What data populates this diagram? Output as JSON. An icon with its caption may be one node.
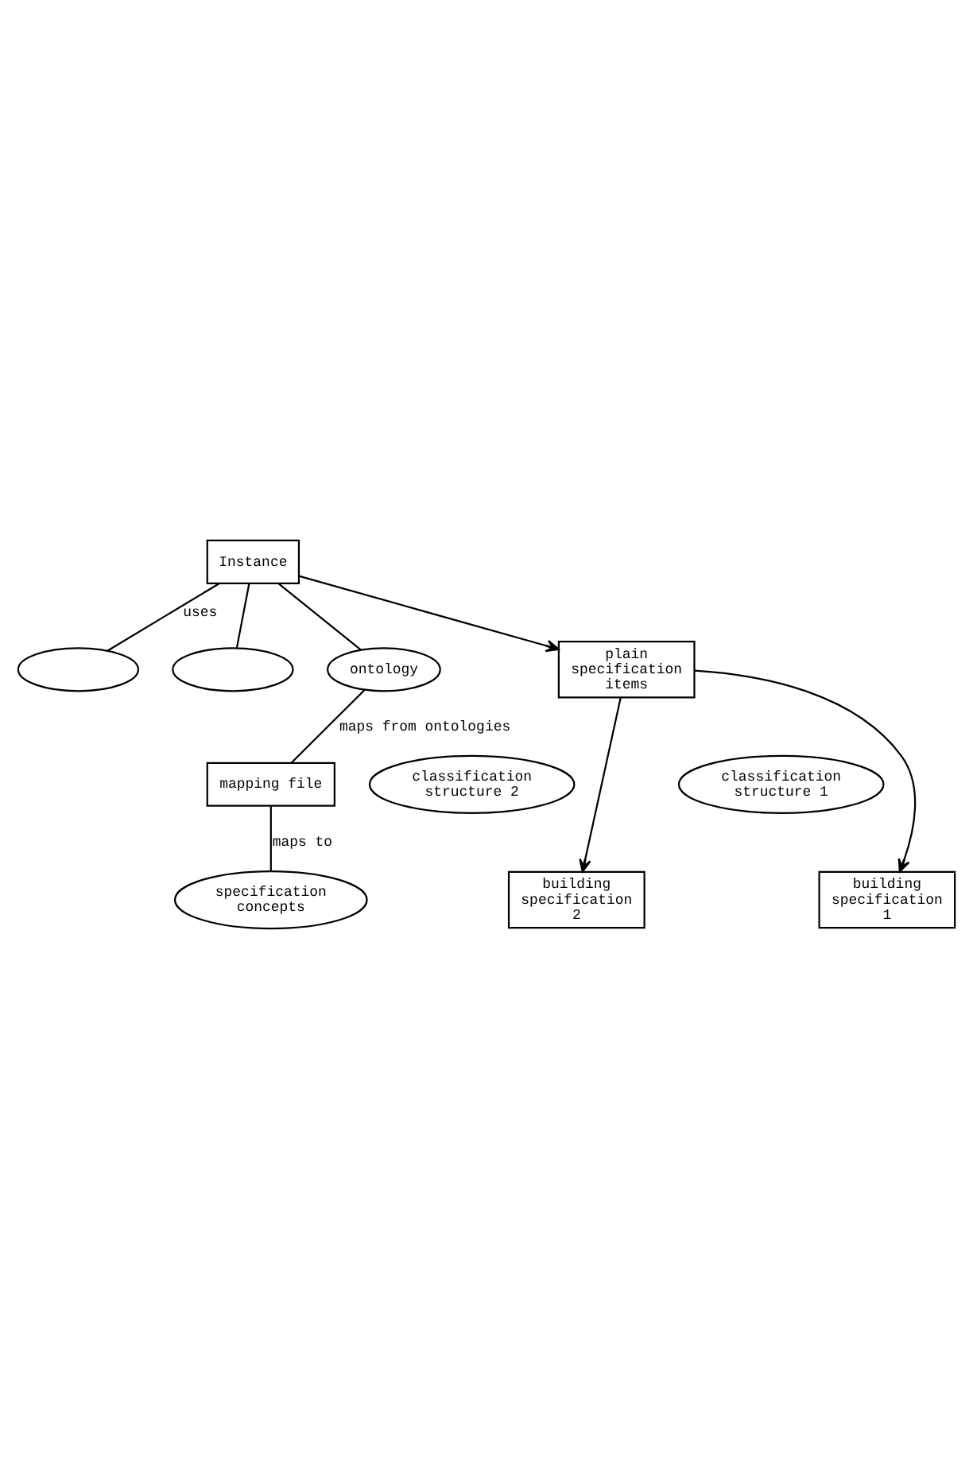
{
  "diagram": {
    "nodes": [
      {
        "text": [
          "Instance"
        ]
      },
      {
        "text": [],
        "shape": "ellipse"
      },
      {
        "text": [],
        "shape": "ellipse"
      },
      {
        "text": [
          "ontology"
        ]
      },
      {
        "text": [
          "mapping file"
        ]
      },
      {
        "text": [
          "specification concepts"
        ]
      },
      {
        "text": [
          "plain specification items"
        ]
      },
      {
        "text": [
          "classification structure 1"
        ]
      },
      {
        "text": [
          "classification structure 2"
        ]
      },
      {
        "text": [
          "building specification 1"
        ]
      },
      {
        "text": [
          "building specification 2"
        ]
      }
    ],
    "edges": [
      {
        "from": 0,
        "to": 1,
        "arrow": "none",
        "label": "uses"
      },
      {
        "from": 0,
        "to": 2,
        "arrow": "none"
      },
      {
        "from": 0,
        "to": 3,
        "arrow": "none"
      },
      {
        "from": 3,
        "to": 4,
        "arrow": "none",
        "label": "maps from ontologies"
      },
      {
        "from": 4,
        "to": 5,
        "arrow": "none",
        "label": "maps to"
      },
      {
        "from": 0,
        "to": 6,
        "arrow": "to"
      },
      {
        "from": 6,
        "to": 9,
        "arrow": "to"
      },
      {
        "from": 6,
        "to": 10,
        "arrow": "to"
      }
    ]
  }
}
